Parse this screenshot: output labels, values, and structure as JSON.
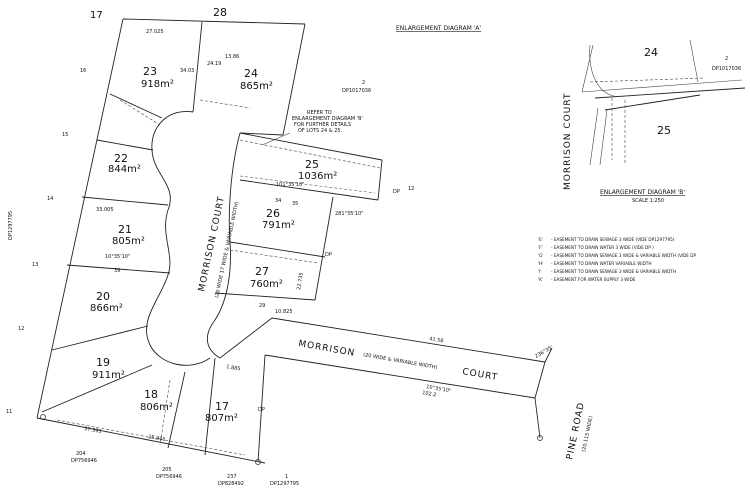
{
  "enlargement_a": {
    "heading": "ENLARGEMENT DIAGRAM 'A'",
    "lot_24": "24",
    "lot_25": "25",
    "dp_ref": "DP1017036",
    "lot_2": "2",
    "road": "MORRISON COURT"
  },
  "enlargement_b": {
    "heading": "ENLARGEMENT DIAGRAM 'B'",
    "scale": "SCALE 1:250"
  },
  "refer_note": [
    "REFER TO",
    "ENLARGEMENT DIAGRAM 'B'",
    "FOR FURTHER DETAILS",
    "OF LOTS 24 & 25."
  ],
  "legend": [
    {
      "symbol": "'E'",
      "text": "- EASEMENT TO DRAIN SEWAGE 3 WIDE (VIDE DP1297795)"
    },
    {
      "symbol": "'F'",
      "text": "- EASEMENT TO DRAIN WATER 3 WIDE (VIDE DP )"
    },
    {
      "symbol": "'G'",
      "text": "- EASEMENT TO DRAIN SEWAGE 3 WIDE & VARIABLE WIDTH (VIDE DP"
    },
    {
      "symbol": "'H'",
      "text": "- EASEMENT TO DRAIN WATER VARIABLE WIDTH"
    },
    {
      "symbol": "'I'",
      "text": "- EASEMENT TO DRAIN SEWAGE 3 WIDE & VARIABLE WIDTH"
    },
    {
      "symbol": "'K'",
      "text": "- EASEMENT FOR WATER SUPPLY 3 WIDE"
    }
  ],
  "lots": [
    {
      "number": "23",
      "area": "918m²"
    },
    {
      "number": "24",
      "area": "865m²"
    },
    {
      "number": "22",
      "area": "844m²"
    },
    {
      "number": "25",
      "area": "1036m²"
    },
    {
      "number": "26",
      "area": "791m²"
    },
    {
      "number": "21",
      "area": "805m²"
    },
    {
      "number": "27",
      "area": "760m²"
    },
    {
      "number": "20",
      "area": "866m²"
    },
    {
      "number": "19",
      "area": "911m²"
    },
    {
      "number": "18",
      "area": "806m²"
    },
    {
      "number": "17",
      "area": "807m²"
    }
  ],
  "adjoining": [
    "17",
    "28",
    "16",
    "15",
    "14",
    "13",
    "12",
    "11",
    "12"
  ],
  "roads": {
    "morrison_court_vertical": "MORRISON COURT",
    "morrison_court_width_vertical": "(20 WIDE 17 WIDE & VARIABLE WIDTH)",
    "morrison_court_horizontal": "MORRISON",
    "morrison_court_width_horizontal": "(20 WIDE & VARIABLE WIDTH)",
    "court_word": "COURT",
    "pine_road": "PINE ROAD",
    "pine_road_width": "(20.115 WIDE)"
  },
  "dp_refs": [
    "DP1017036",
    "DP1297795",
    "DP756946",
    "DP756946",
    "DP828492",
    "DP1297795"
  ],
  "bottom_lots": [
    "204",
    "205",
    "237",
    "1"
  ],
  "dp_labels": [
    "DP",
    "DP",
    "DP"
  ],
  "dims": [
    "27.025",
    "33.005",
    "13.86",
    "24.19",
    "34.03",
    "10°35'10\"",
    "101°35'10\"",
    "281°35'10\"",
    "39",
    "34",
    "35",
    "29",
    "10.825",
    "22.735",
    "41.58",
    "102.2",
    "236°35'",
    "10°35'10\"",
    "37.395",
    "25.965",
    "1.885"
  ]
}
